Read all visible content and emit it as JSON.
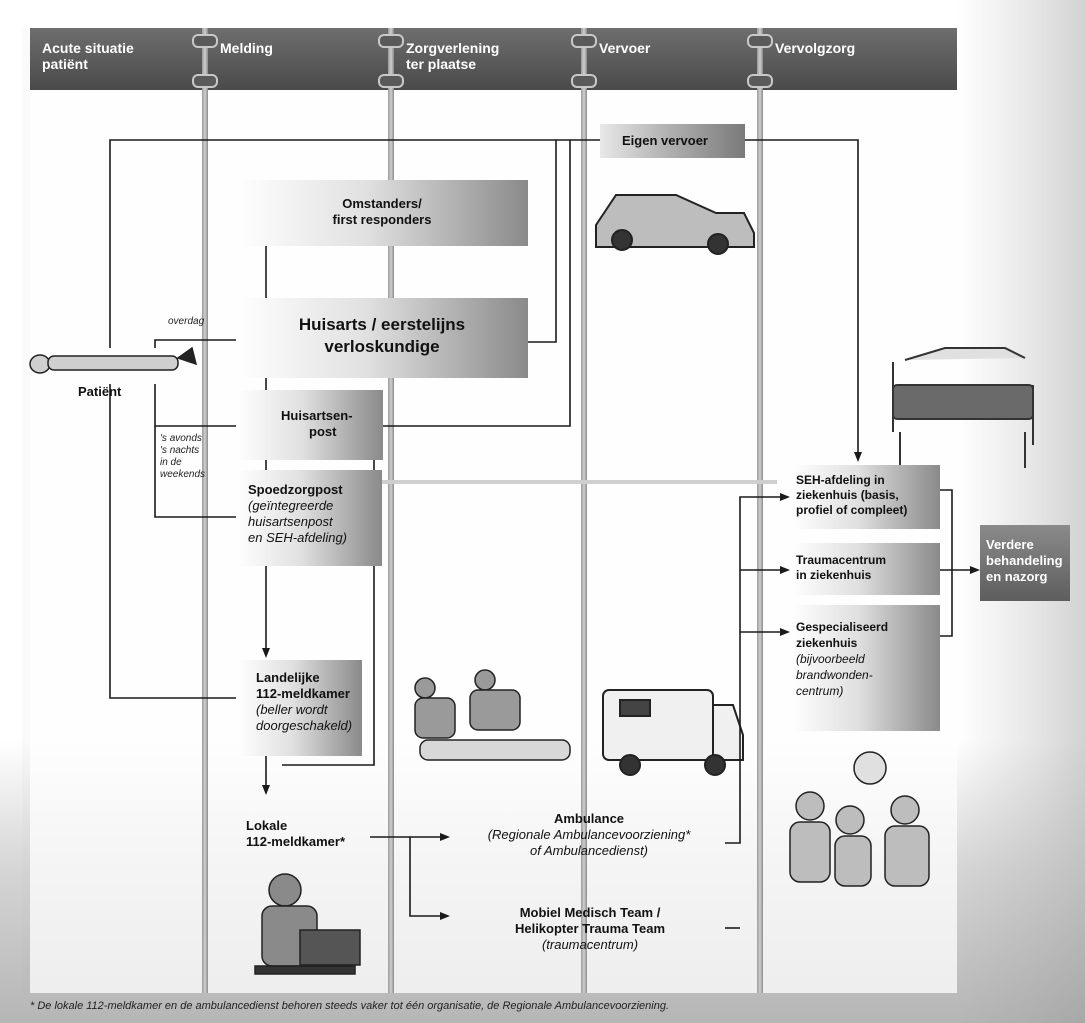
{
  "columns": [
    {
      "title": "Acute situatie patiënt"
    },
    {
      "title": "Melding"
    },
    {
      "title": "Zorgverlening ter plaatse"
    },
    {
      "title": "Vervoer"
    },
    {
      "title": "Vervolgzorg"
    }
  ],
  "header": {
    "col1_line1": "Acute situatie",
    "col1_line2": "patiënt",
    "col2": "Melding",
    "col3_line1": "Zorgverlening",
    "col3_line2": "ter plaatse",
    "col4": "Vervoer",
    "col5": "Vervolgzorg"
  },
  "patient": {
    "label": "Patiënt"
  },
  "nodes": {
    "eigen_vervoer": "Eigen vervoer",
    "omstanders_line1": "Omstanders/",
    "omstanders_line2": "first responders",
    "huisarts_line1": "Huisarts / eerstelijns",
    "huisarts_line2": "verloskundige",
    "huisartsenpost_line1": "Huisartsen-",
    "huisartsenpost_line2": "post",
    "spoedzorgpost_title": "Spoedzorgpost",
    "spoedzorgpost_sub1": "(geïntegreerde",
    "spoedzorgpost_sub2": "huisartsenpost",
    "spoedzorgpost_sub3": "en SEH-afdeling)",
    "landelijke_line1": "Landelijke",
    "landelijke_line2": "112-meldkamer",
    "landelijke_sub1": "(beller wordt",
    "landelijke_sub2": "doorgeschakeld)",
    "lokale_line1": "Lokale",
    "lokale_line2": "112-meldkamer*",
    "ambulance_title": "Ambulance",
    "ambulance_sub1": "(Regionale Ambulancevoorziening*",
    "ambulance_sub2": "of Ambulancedienst)",
    "mmt_line1": "Mobiel Medisch Team /",
    "mmt_line2": "Helikopter Trauma Team",
    "mmt_sub": "(traumacentrum)",
    "seh_line1": "SEH-afdeling  in",
    "seh_line2": "ziekenhuis (basis,",
    "seh_line3": "profiel of compleet)",
    "trauma_line1": "Traumacentrum",
    "trauma_line2": "in ziekenhuis",
    "gespec_line1": "Gespecialiseerd",
    "gespec_line2": "ziekenhuis",
    "gespec_sub1": "(bijvoorbeeld",
    "gespec_sub2": "brandwonden-",
    "gespec_sub3": "centrum)",
    "verdere_line1": "Verdere",
    "verdere_line2": "behandeling",
    "verdere_line3": "en nazorg"
  },
  "edge_labels": {
    "overdag": "overdag",
    "avonds1": "'s avonds",
    "avonds2": "'s nachts",
    "avonds3": "in de",
    "avonds4": "weekends"
  },
  "footnote": "* De lokale 112-meldkamer en de ambulancedienst behoren steeds vaker tot één organisatie, de Regionale Ambulancevoorziening.",
  "colors": {
    "header": "#555555",
    "box_dark": "#6e6e6e",
    "line": "#1a1a1a"
  }
}
